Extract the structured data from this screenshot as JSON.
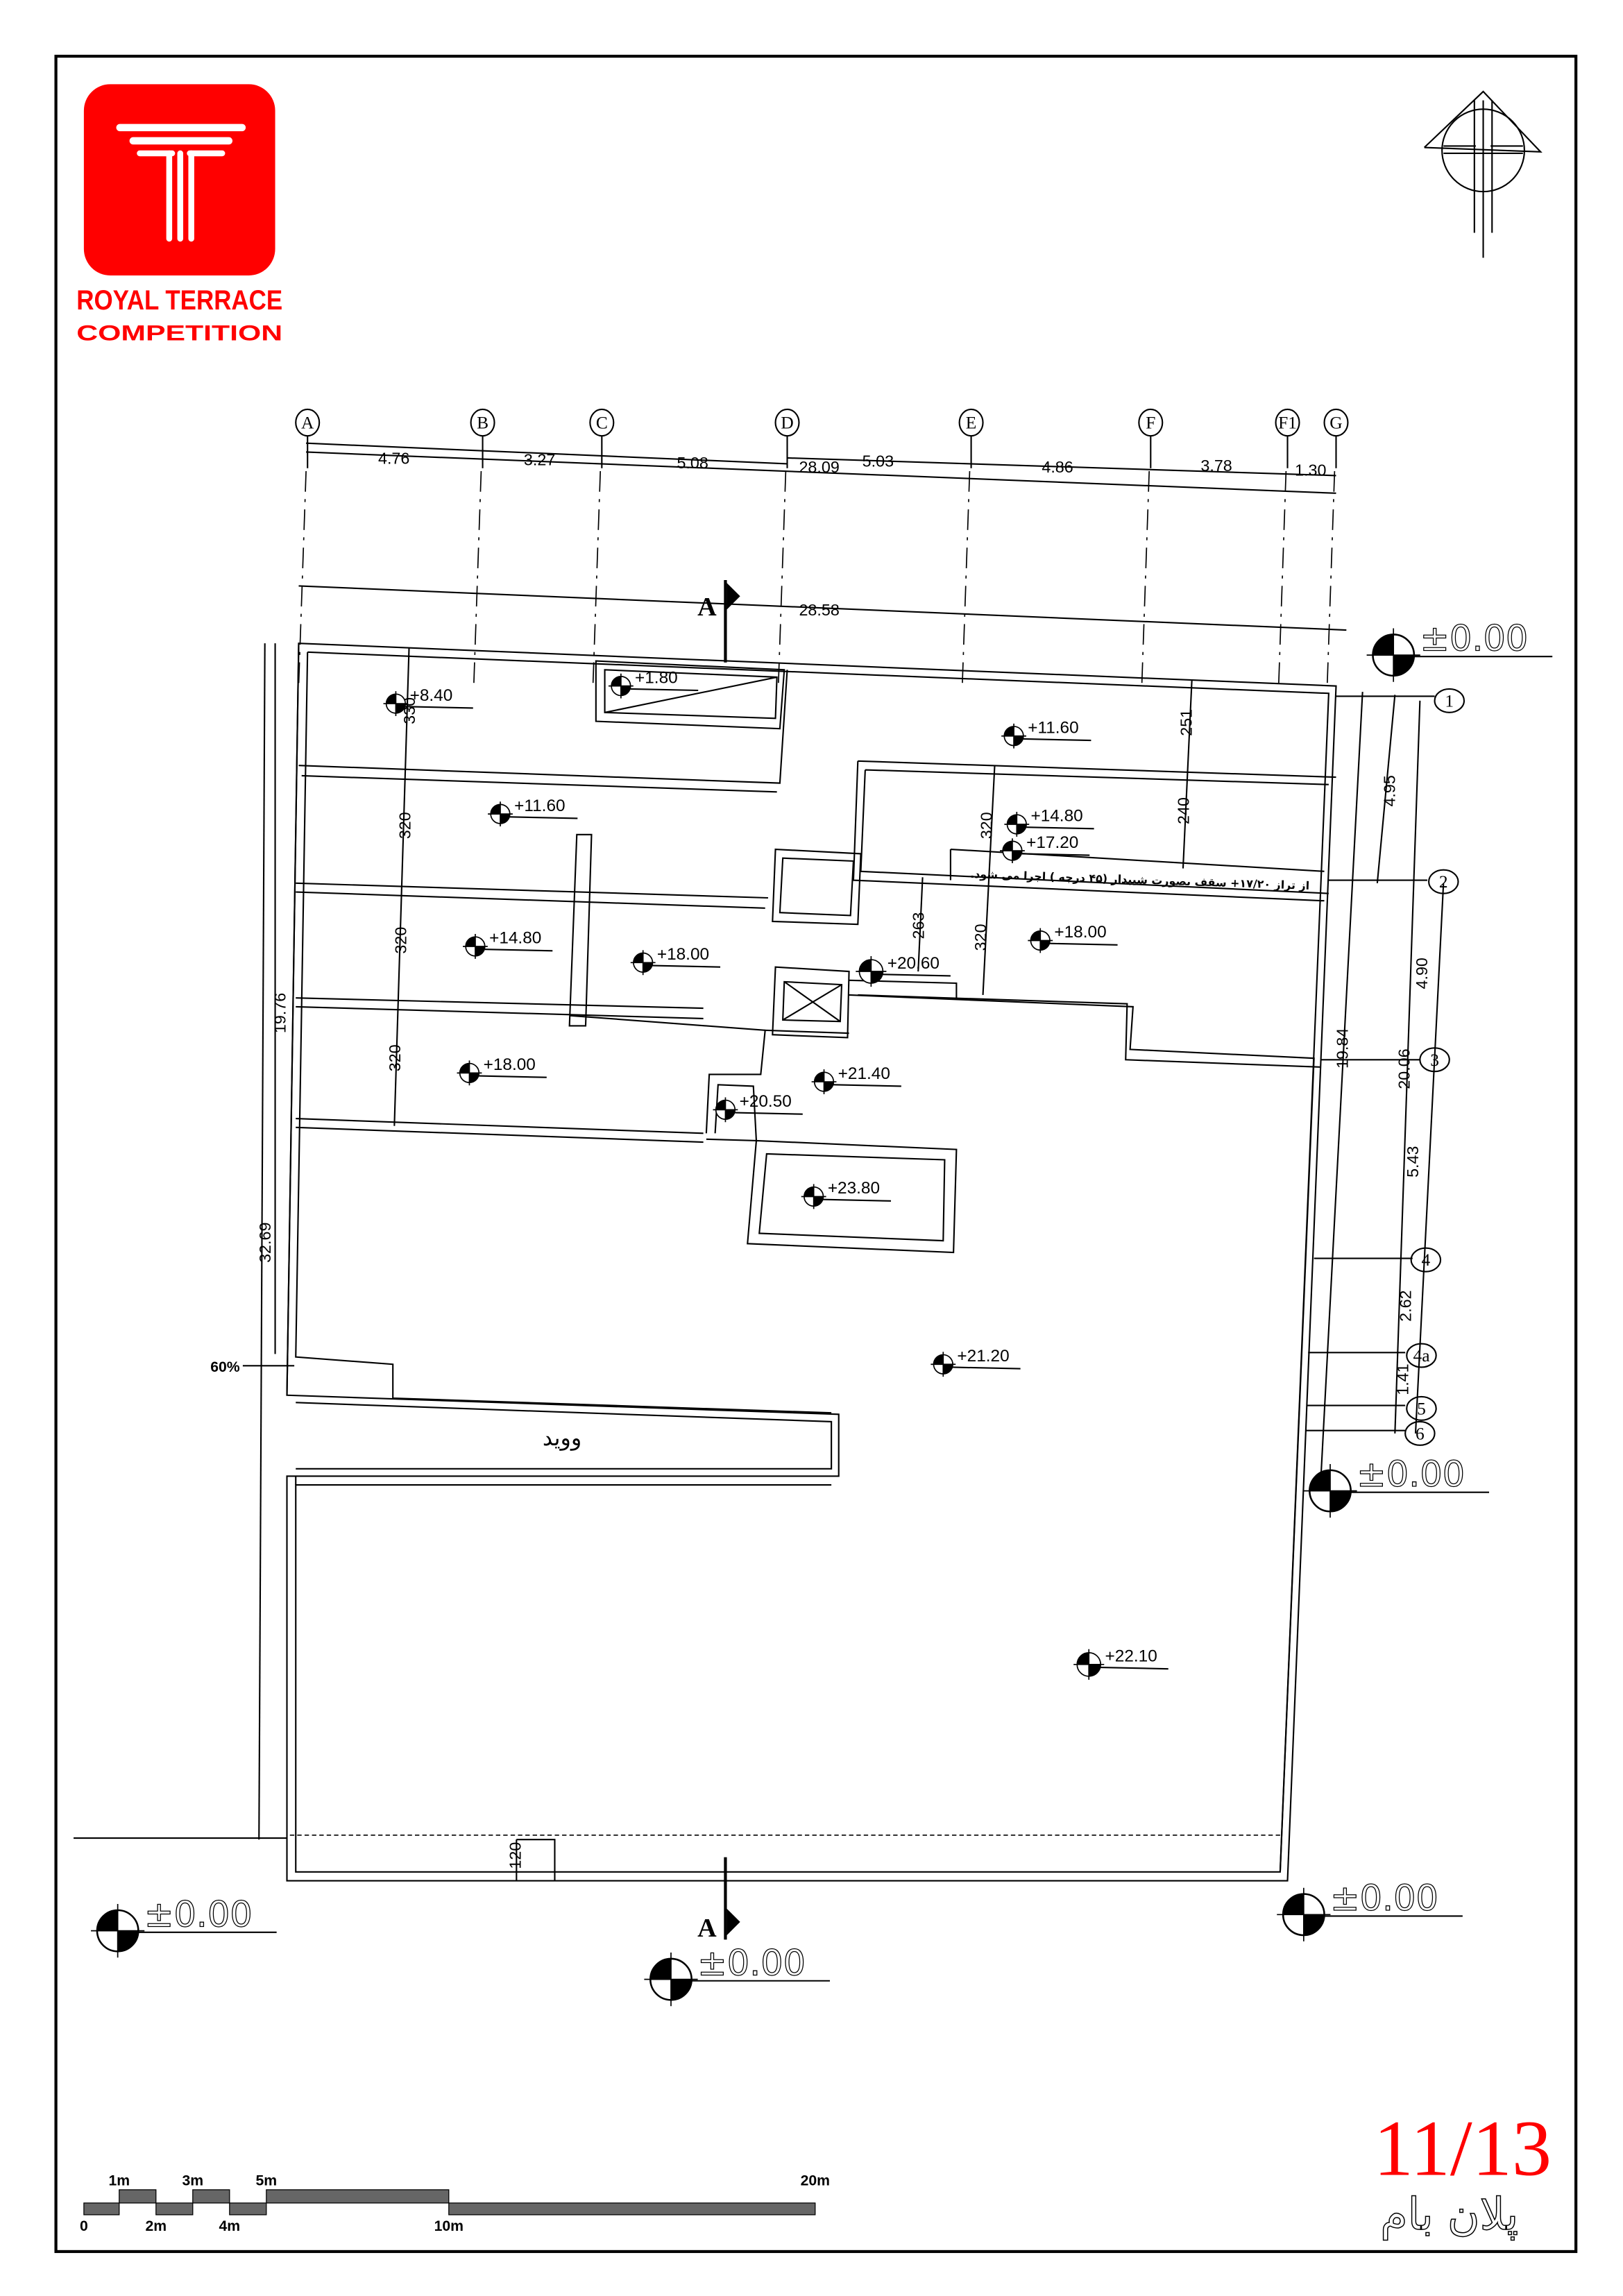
{
  "logo": {
    "brand_color": "#ff0000",
    "line1": "ROYAL TERRACE",
    "line2": "COMPETITION"
  },
  "north_arrow": {
    "icon": "north-arrow-icon"
  },
  "grid": {
    "columns": [
      "A",
      "B",
      "C",
      "D",
      "E",
      "F",
      "F1",
      "G"
    ],
    "rows": [
      "1",
      "2",
      "3",
      "4",
      "4a",
      "5",
      "6"
    ]
  },
  "dimensions": {
    "top_segments": [
      "4.76",
      "3.27",
      "5.08",
      "5.03",
      "4.86",
      "3.78",
      "1.30"
    ],
    "top_total": "28.09",
    "overall_width": "28.58",
    "right_segments": [
      "4.95",
      "4.90",
      "5.43",
      "2.62",
      "1.41"
    ],
    "right_total": "20.06",
    "right_inner_total": "19.84",
    "left_upper": "19.76",
    "left_total": "32.69",
    "room_depths": [
      "330",
      "320",
      "320",
      "320",
      "251",
      "240",
      "320",
      "263",
      "320",
      "120"
    ]
  },
  "elevations": [
    "+8.40",
    "+1.80",
    "+11.60",
    "+11.60",
    "+14.80",
    "+17.20",
    "+14.80",
    "+18.00",
    "+18.00",
    "+20.60",
    "+18.00",
    "+21.40",
    "+20.50",
    "+23.80",
    "+21.20",
    "+22.10"
  ],
  "ground_levels": [
    "±0.00",
    "±0.00",
    "±0.00",
    "±0.00",
    "±0.00"
  ],
  "section_label": "A",
  "slope_label": "60%",
  "void_label": "ووید",
  "note": "از تراز ۱۷/۲۰+ سقف بصورت شیبدار (۴۵ درجه ) اجرا می شود.",
  "scale_bar": {
    "top_labels": [
      "1m",
      "3m",
      "5m",
      "20m"
    ],
    "bottom_labels": [
      "0",
      "2m",
      "4m",
      "10m"
    ],
    "fill_color": "#666666"
  },
  "sheet": {
    "number": "11/13",
    "title": "پلان بام",
    "color": "#ff0000"
  }
}
